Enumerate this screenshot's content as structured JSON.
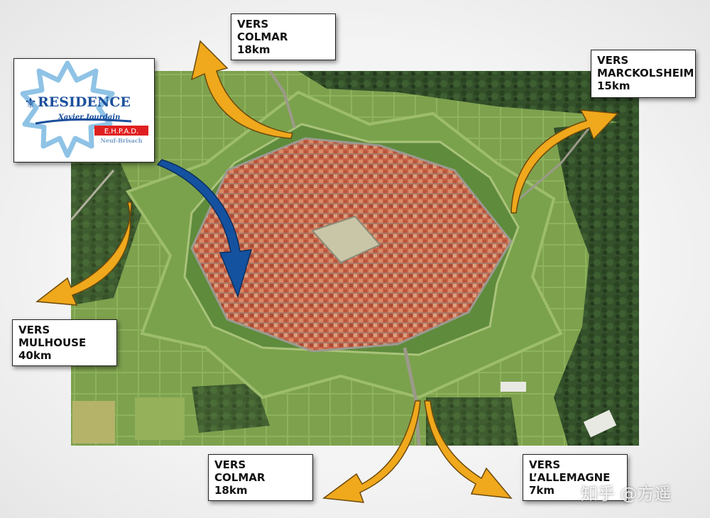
{
  "map": {
    "directions": [
      {
        "id": "north-colmar",
        "line1": "VERS",
        "line2": "COLMAR",
        "line3": "18km"
      },
      {
        "id": "northeast-marckolsheim",
        "line1": "VERS",
        "line2": "MARCKOLSHEIM",
        "line3": "15km"
      },
      {
        "id": "west-mulhouse",
        "line1": "VERS",
        "line2": "MULHOUSE",
        "line3": "40km"
      },
      {
        "id": "south-colmar",
        "line1": "VERS",
        "line2": "COLMAR",
        "line3": "18km"
      },
      {
        "id": "southeast-allemagne",
        "line1": "VERS",
        "line2": "L’ALLEMAGNE",
        "line3": "7km"
      }
    ],
    "colors": {
      "arrow_orange": "#f0a81c",
      "arrow_blue": "#1452a0",
      "fortress_green": "#6f9a45",
      "roof_red": "#c8664a",
      "forest_dark": "#2e4a22"
    }
  },
  "logo": {
    "title": "RESIDENCE",
    "subtitle": "Xavier Jourdain",
    "badge": "E.H.P.A.D.",
    "location": "Neuf-Brisach",
    "colors": {
      "star": "#8fc3e6",
      "title": "#1b4f9c",
      "badge": "#e02020"
    }
  },
  "watermark": {
    "text": "知乎 @方遥"
  }
}
